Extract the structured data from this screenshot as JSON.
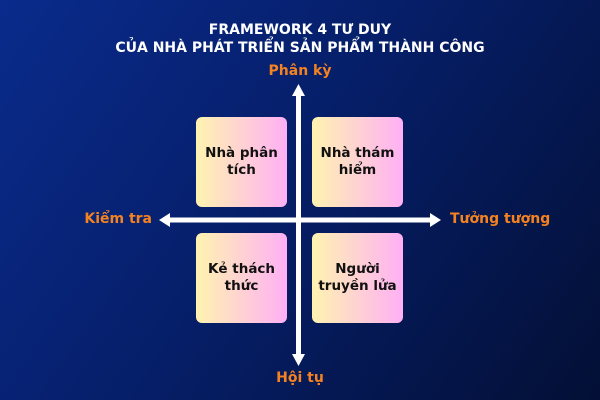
{
  "title": {
    "line1": "FRAMEWORK 4 TƯ DUY",
    "line2": "CỦA NHÀ PHÁT TRIỂN SẢN PHẨM THÀNH CÔNG"
  },
  "axes": {
    "top": "Phân kỳ",
    "bottom": "Hội tụ",
    "left": "Kiểm tra",
    "right": "Tưởng tượng"
  },
  "quadrants": [
    {
      "label": "Nhà phân tích"
    },
    {
      "label": "Nhà thám hiểm"
    },
    {
      "label": "Kẻ thách thức"
    },
    {
      "label": "Người truyền lửa"
    }
  ],
  "colors": {
    "accent": "#f58220",
    "box_start": "#fff3b0",
    "box_end": "#ffb0f5"
  }
}
